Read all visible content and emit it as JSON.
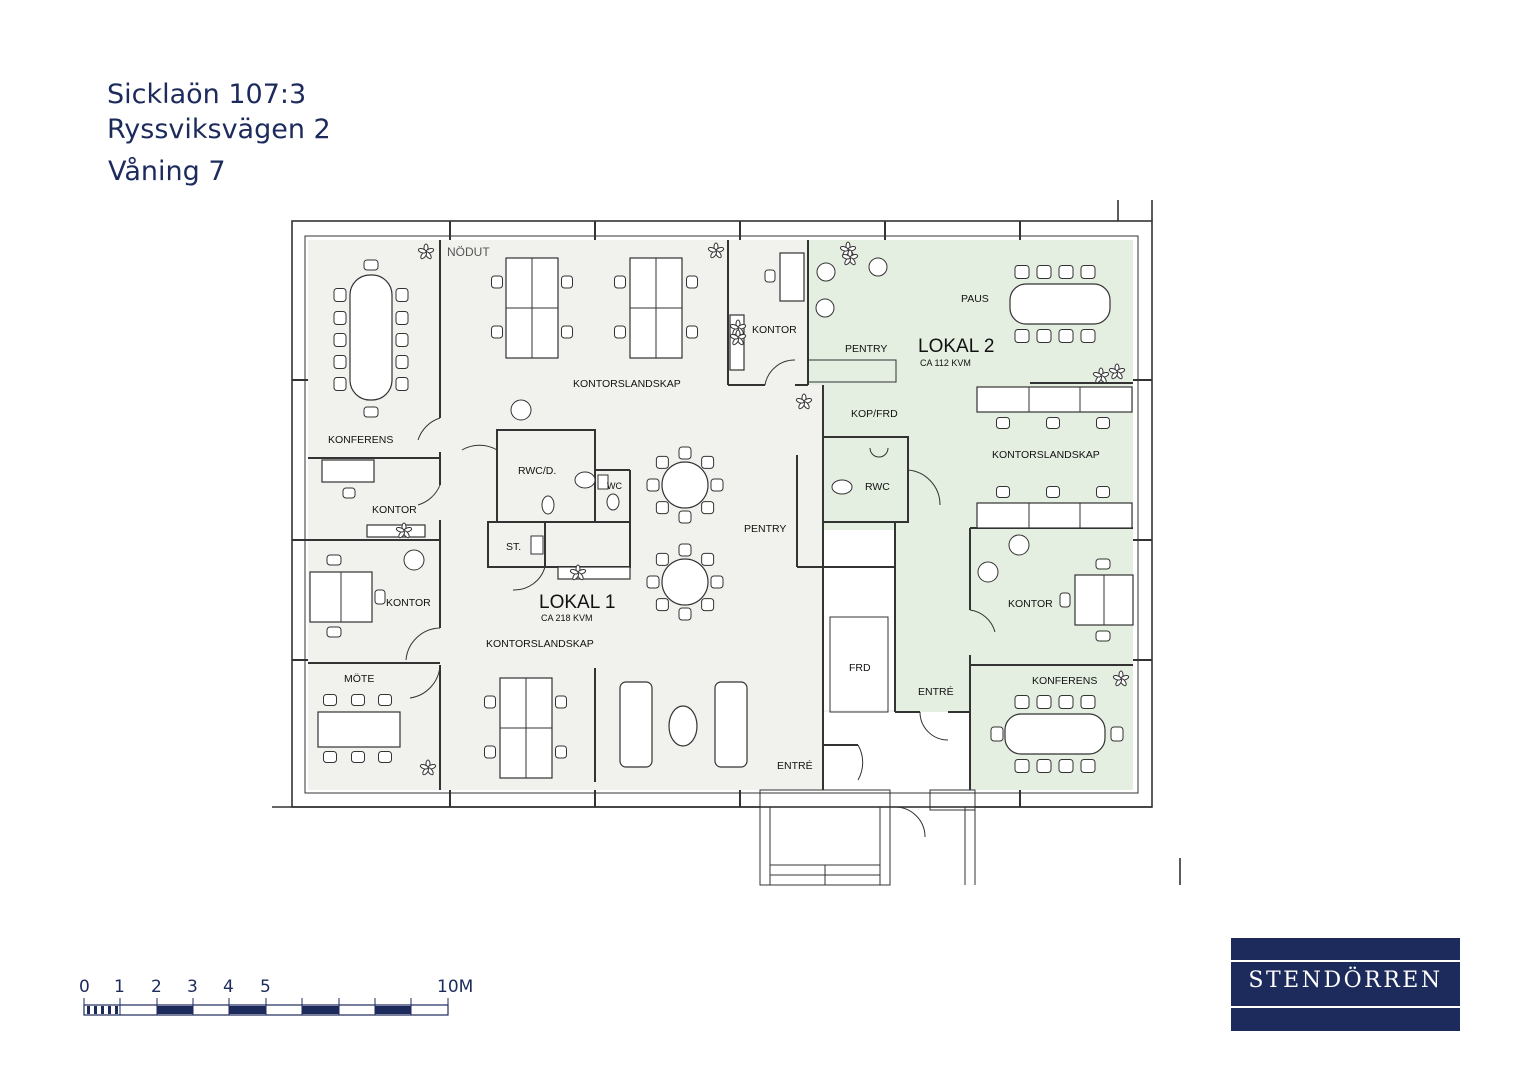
{
  "header": {
    "line1": "Sicklaön 107:3",
    "line2": "Ryssviksvägen 2",
    "line3": "Våning 7"
  },
  "plan": {
    "colors": {
      "lokal1_fill": "#f1f1ed",
      "lokal2_fill": "#e4eee1",
      "wall": "#333333",
      "brand": "#1d2a5c"
    },
    "lokal1": {
      "name": "LOKAL 1",
      "area": "CA 218 KVM"
    },
    "lokal2": {
      "name": "LOKAL 2",
      "area": "CA 112 KVM"
    },
    "rooms": {
      "nodut": "NÖDUT",
      "konferens_l1": "KONFERENS",
      "kontor_a": "KONTOR",
      "kontor_b": "KONTOR",
      "mote": "MÖTE",
      "kontorslandskap_top": "KONTORSLANDSKAP",
      "kontorslandskap_bottom": "KONTORSLANDSKAP",
      "rwcd": "RWC/D.",
      "wc": "WC",
      "st": "ST.",
      "pentry_l1": "PENTRY",
      "kontor_top": "KONTOR",
      "entre_l1": "ENTRÉ",
      "frd": "FRD",
      "pentry_l2": "PENTRY",
      "paus": "PAUS",
      "kopfrd": "KOP/FRD",
      "rwc": "RWC",
      "kontorslandskap_l2": "KONTORSLANDSKAP",
      "kontor_l2": "KONTOR",
      "entre_l2": "ENTRÉ",
      "konferens_l2": "KONFERENS"
    }
  },
  "scale": {
    "labels": [
      "0",
      "1",
      "2",
      "3",
      "4",
      "5",
      "10M"
    ]
  },
  "logo": {
    "text": "STENDÖRREN"
  }
}
